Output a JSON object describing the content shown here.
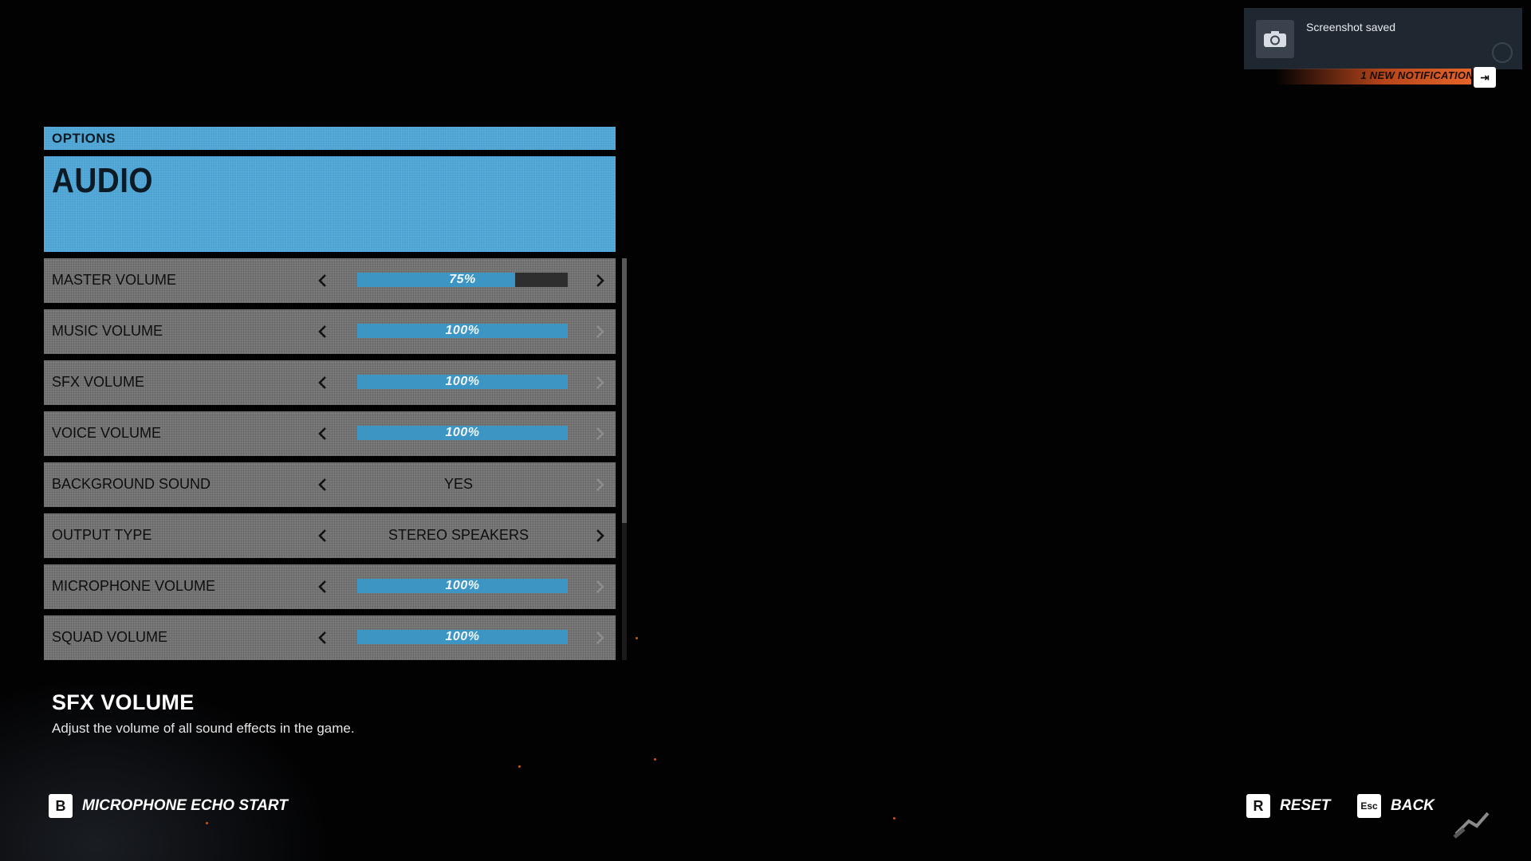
{
  "notification": {
    "message": "Screenshot saved",
    "banner": "1 NEW NOTIFICATION"
  },
  "header": {
    "breadcrumb": "OPTIONS",
    "title": "AUDIO"
  },
  "settings": [
    {
      "label": "MASTER VOLUME",
      "type": "slider",
      "value": "75%",
      "level": 0.75,
      "right_enabled": true
    },
    {
      "label": "MUSIC VOLUME",
      "type": "slider",
      "value": "100%",
      "level": 1.0,
      "right_enabled": false
    },
    {
      "label": "SFX VOLUME",
      "type": "slider",
      "value": "100%",
      "level": 1.0,
      "right_enabled": false
    },
    {
      "label": "VOICE VOLUME",
      "type": "slider",
      "value": "100%",
      "level": 1.0,
      "right_enabled": false
    },
    {
      "label": "BACKGROUND SOUND",
      "type": "select",
      "value": "YES",
      "right_enabled": false
    },
    {
      "label": "OUTPUT TYPE",
      "type": "select",
      "value": "STEREO SPEAKERS",
      "right_enabled": true
    },
    {
      "label": "MICROPHONE VOLUME",
      "type": "slider",
      "value": "100%",
      "level": 1.0,
      "right_enabled": false
    },
    {
      "label": "SQUAD VOLUME",
      "type": "slider",
      "value": "100%",
      "level": 1.0,
      "right_enabled": false
    }
  ],
  "description": {
    "title": "SFX VOLUME",
    "text": "Adjust the volume of all sound effects in the game."
  },
  "footer": {
    "mic_key": "B",
    "mic_label": "MICROPHONE ECHO START",
    "reset_key": "R",
    "reset_label": "RESET",
    "back_key": "Esc",
    "back_label": "BACK"
  },
  "colors": {
    "accent": "#4aa3d3",
    "bar_fill": "#3d95c4",
    "row_bg": "#7a7a7a",
    "notification_orange": "#e5652a"
  }
}
